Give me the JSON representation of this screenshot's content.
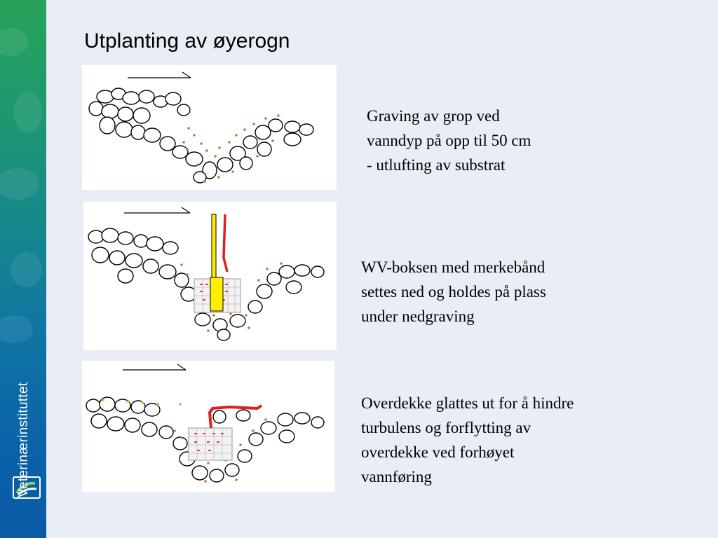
{
  "slide": {
    "title": "Utplanting av øyerogn",
    "brand": "Veterinærinstituttet",
    "colors": {
      "sidebar_top": "#27a35a",
      "sidebar_bottom": "#0a5aa6",
      "background": "#e9edf5",
      "tape": "#e01e1e",
      "box_stick": "#ffee00"
    }
  },
  "steps": [
    {
      "lines": [
        "Graving av grop ved",
        "vanndyp på opp til 50 cm",
        "- utlufting av substrat"
      ]
    },
    {
      "lines": [
        "WV-boksen med merkebånd",
        "settes ned og holdes på plass",
        "under nedgraving"
      ]
    },
    {
      "lines": [
        "Overdekke glattes ut for å hindre",
        "turbulens og forflytting av",
        "overdekke ved forhøyet",
        "vannføring"
      ]
    }
  ]
}
